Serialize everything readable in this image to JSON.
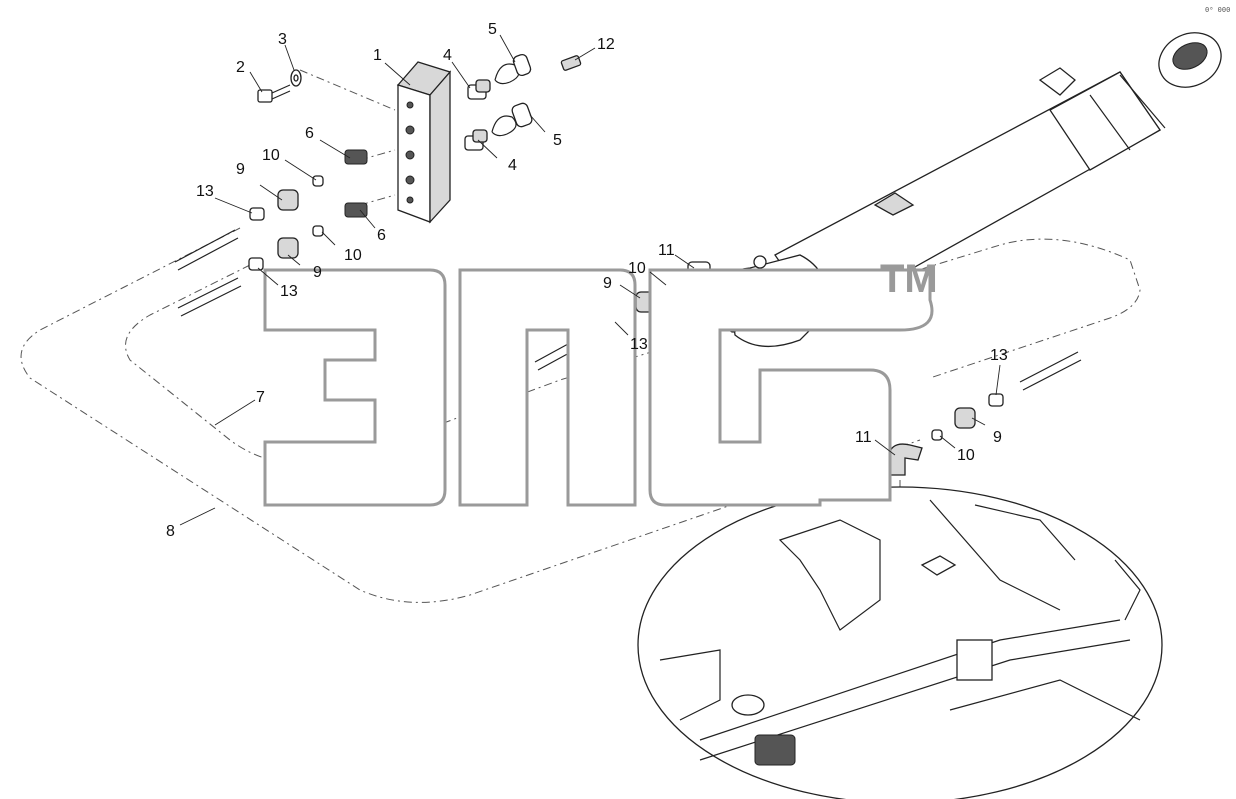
{
  "watermark": {
    "letters": "ЭПС",
    "trademark": "TM"
  },
  "corner_code": "0⁰ 000",
  "callouts": [
    {
      "id": "c1",
      "label": "1"
    },
    {
      "id": "c2",
      "label": "2"
    },
    {
      "id": "c3",
      "label": "3"
    },
    {
      "id": "c4a",
      "label": "4"
    },
    {
      "id": "c4b",
      "label": "4"
    },
    {
      "id": "c5a",
      "label": "5"
    },
    {
      "id": "c5b",
      "label": "5"
    },
    {
      "id": "c6a",
      "label": "6"
    },
    {
      "id": "c6b",
      "label": "6"
    },
    {
      "id": "c7",
      "label": "7"
    },
    {
      "id": "c8",
      "label": "8"
    },
    {
      "id": "c9a",
      "label": "9"
    },
    {
      "id": "c9b",
      "label": "9"
    },
    {
      "id": "c9c",
      "label": "9"
    },
    {
      "id": "c9d",
      "label": "9"
    },
    {
      "id": "c10a",
      "label": "10"
    },
    {
      "id": "c10b",
      "label": "10"
    },
    {
      "id": "c10c",
      "label": "10"
    },
    {
      "id": "c10d",
      "label": "10"
    },
    {
      "id": "c11a",
      "label": "11"
    },
    {
      "id": "c11b",
      "label": "11"
    },
    {
      "id": "c12",
      "label": "12"
    },
    {
      "id": "c13a",
      "label": "13"
    },
    {
      "id": "c13b",
      "label": "13"
    },
    {
      "id": "c13c",
      "label": "13"
    },
    {
      "id": "c13d",
      "label": "13"
    }
  ]
}
